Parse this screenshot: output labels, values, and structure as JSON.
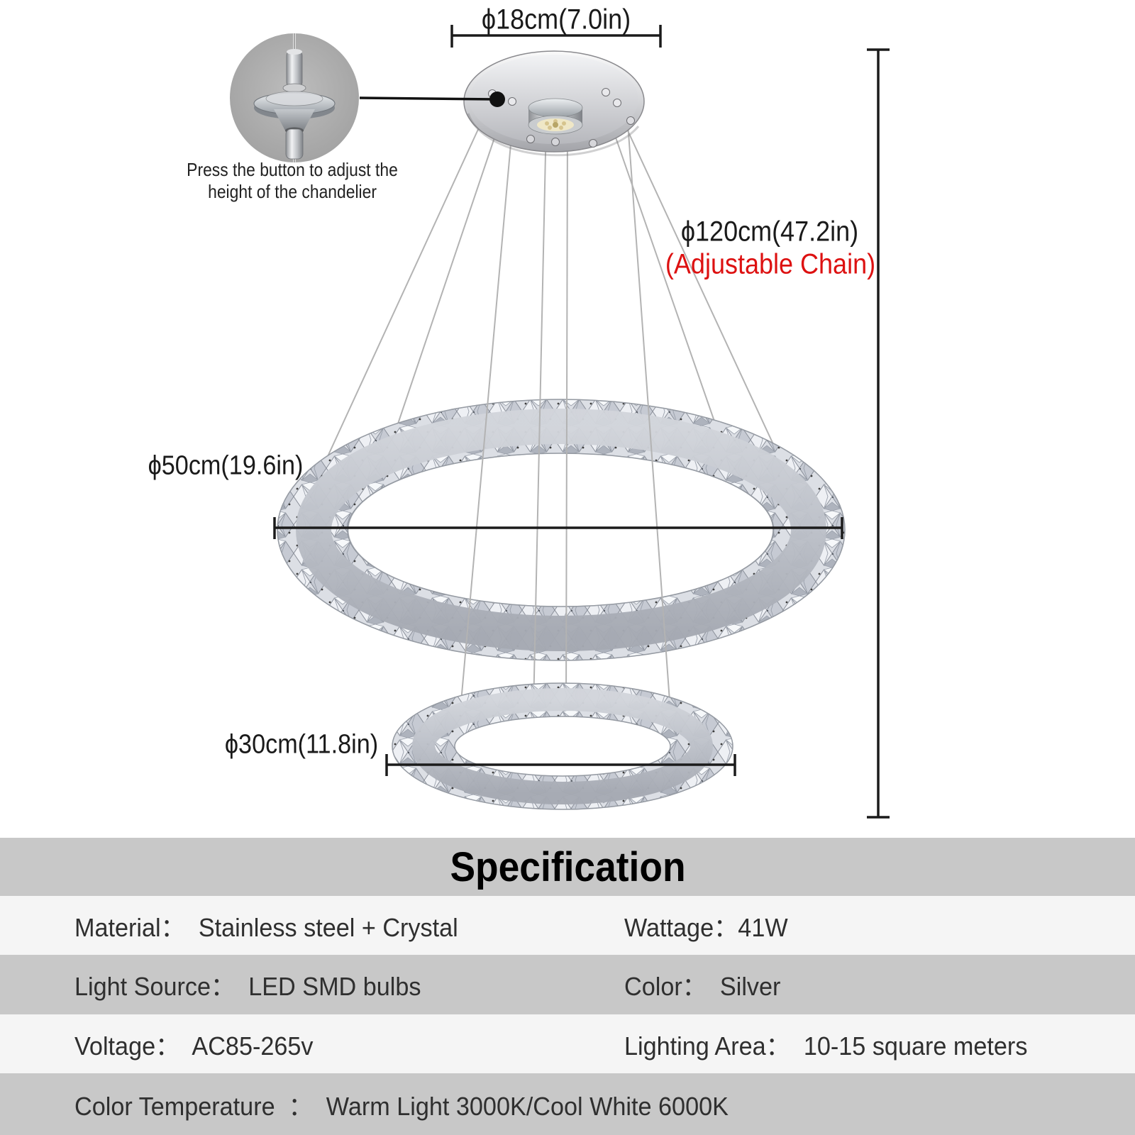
{
  "diagram": {
    "inset": {
      "caption_line1": "Press the button to adjust the",
      "caption_line2": "height of the chandelier"
    },
    "dimensions": {
      "canopy": "ϕ18cm(7.0in)",
      "chain": "ϕ120cm(47.2in)",
      "chain_note": "(Adjustable Chain)",
      "large_ring": "ϕ50cm(19.6in)",
      "small_ring": "ϕ30cm(11.8in)"
    },
    "colors": {
      "note_red": "#dd1111",
      "dim_line": "#1b1b1b",
      "metal_silver": "#c9cccf"
    }
  },
  "specification": {
    "title": "Specification",
    "rows": [
      {
        "cells": [
          "Material：  Stainless steel + Crystal",
          "Wattage：41W"
        ]
      },
      {
        "cells": [
          "Light Source：  LED SMD bulbs",
          "Color：  Silver"
        ]
      },
      {
        "cells": [
          "Voltage：  AC85-265v",
          "Lighting Area：  10-15 square meters"
        ]
      },
      {
        "cells": [
          "Color Temperature  ：  Warm Light 3000K/Cool White 6000K"
        ]
      }
    ]
  }
}
